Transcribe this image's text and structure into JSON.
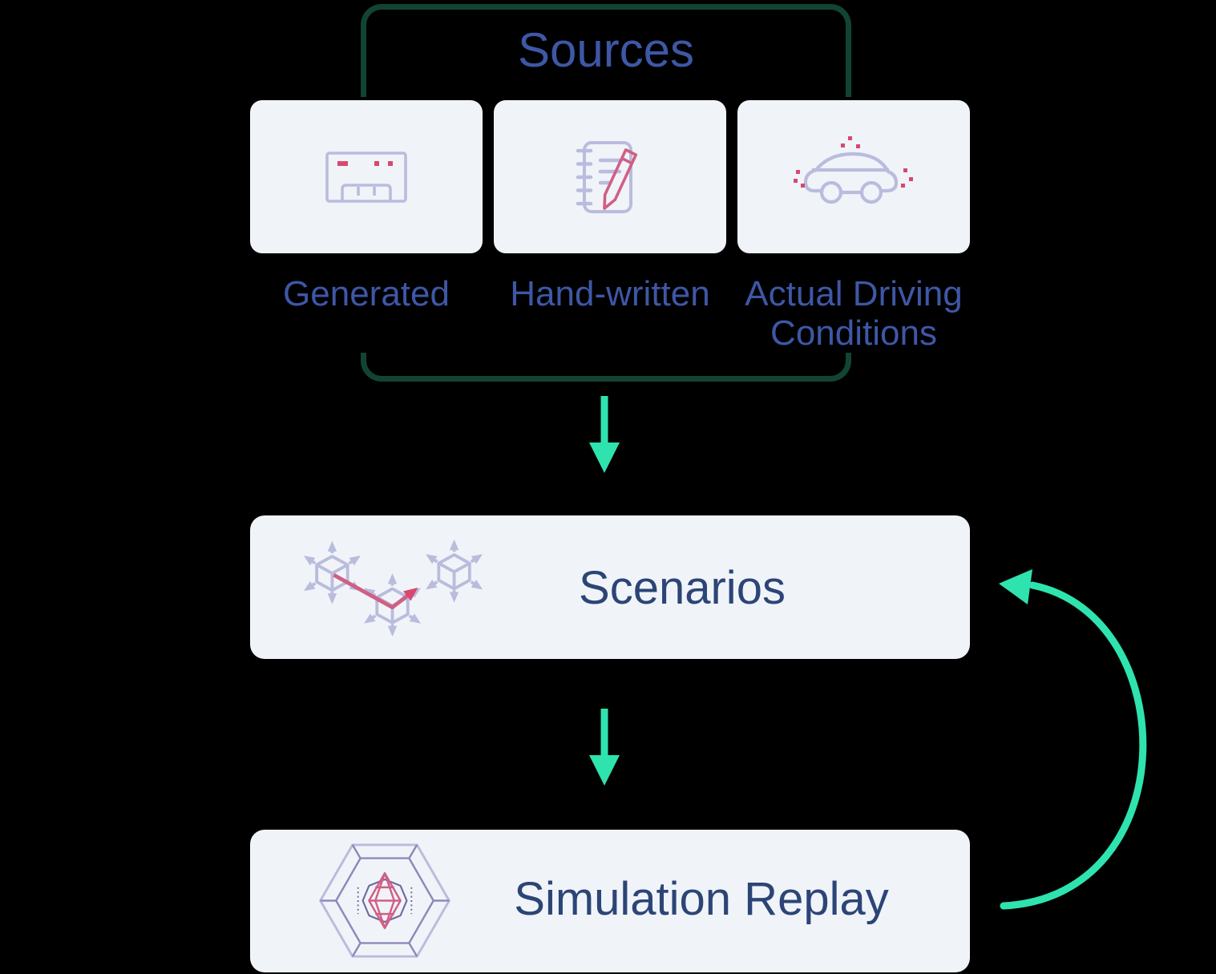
{
  "colors": {
    "background": "#000000",
    "card_bg": "#f0f4f9",
    "bracket_green": "#124434",
    "arrow_mint": "#2fe3ae",
    "label_blue": "#3e57a6",
    "title_navy": "#2c4576",
    "icon_lavender": "#b9bcdc",
    "icon_purple": "#8e89ba",
    "icon_purple_dark": "#6f6aa0",
    "icon_pink": "#d05f84",
    "icon_pink_strong": "#d8486f"
  },
  "sources_group": {
    "title": "Sources",
    "items": [
      {
        "label": "Generated",
        "icon": "scenario-generator-machine-icon"
      },
      {
        "label": "Hand-written",
        "icon": "notebook-pencil-icon"
      },
      {
        "label": "Actual Driving Conditions",
        "icon": "sensor-car-icon"
      }
    ]
  },
  "scenarios_card": {
    "title": "Scenarios",
    "icon": "scenario-cubes-icon"
  },
  "simulation_card": {
    "title": "Simulation Replay",
    "icon": "simulation-hexagon-icon"
  },
  "flow": {
    "arrows": [
      "sources-to-scenarios-arrow",
      "scenarios-to-simulation-arrow",
      "simulation-to-scenarios-feedback-arrow"
    ]
  }
}
